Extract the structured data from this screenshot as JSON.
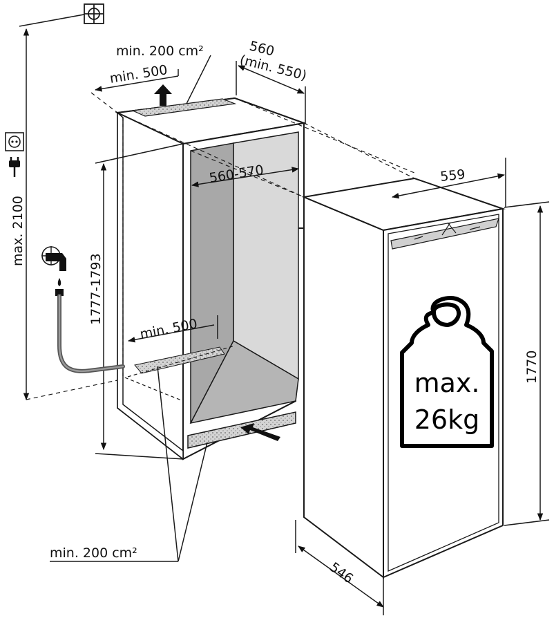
{
  "labels": {
    "top_vent_area": "min. 200 cm²",
    "top_clearance": "min. 500",
    "niche_width": "560",
    "niche_width_min": "(min. 550)",
    "inner_width": "560-570",
    "niche_height": "1777-1793",
    "max_height": "max. 2100",
    "floor_clearance": "min. 500",
    "bottom_vent_area": "min. 200 cm²",
    "appliance_width": "559",
    "appliance_height": "1770",
    "appliance_depth": "546",
    "weight_line1": "max.",
    "weight_line2": "26kg"
  },
  "icons": [
    "wall-anchor-icon",
    "power-socket-icon",
    "power-plug-icon",
    "water-tap-icon",
    "weight-icon"
  ],
  "colors": {
    "line": "#1a1a1a",
    "niche_shade": "#a8a8a8",
    "niche_light": "#d9d9d9",
    "vent_fill": "#cfcfcf",
    "panel": "#ffffff"
  }
}
